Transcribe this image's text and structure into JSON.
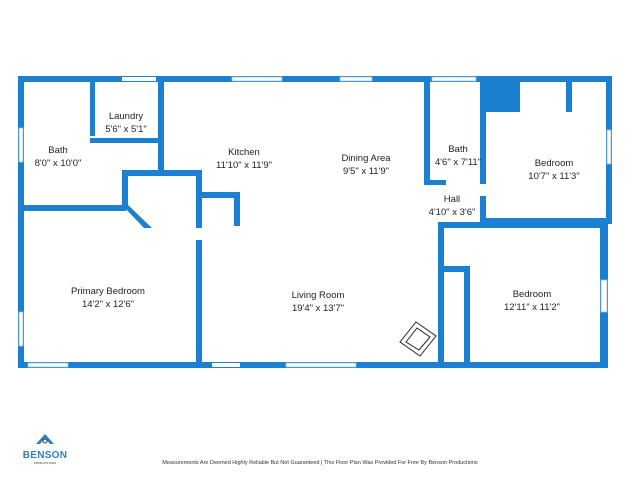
{
  "rooms": [
    {
      "name": "Bath",
      "dims": "8'0\" x 10'0\""
    },
    {
      "name": "Laundry",
      "dims": "5'6\" x 5'1\""
    },
    {
      "name": "Kitchen",
      "dims": "11'10\" x 11'9\""
    },
    {
      "name": "Dining Area",
      "dims": "9'5\" x 11'9\""
    },
    {
      "name": "Bath",
      "dims": "4'6\" x 7'11\""
    },
    {
      "name": "Bedroom",
      "dims": "10'7\" x 11'3\""
    },
    {
      "name": "Hall",
      "dims": "4'10\" x 3'6\""
    },
    {
      "name": "Primary Bedroom",
      "dims": "14'2\" x 12'6\""
    },
    {
      "name": "Living Room",
      "dims": "19'4\" x 13'7\""
    },
    {
      "name": "Bedroom",
      "dims": "12'11\" x 11'2\""
    }
  ],
  "logo": {
    "name": "BENSON",
    "sub": "PRODUCTIONS"
  },
  "footer": "Measurements Are Deemed Highly Reliable But Not Guaranteed | This Floor Plan Was Provided For Free By Benson Productions",
  "colors": {
    "wall": "#1b80d2"
  }
}
